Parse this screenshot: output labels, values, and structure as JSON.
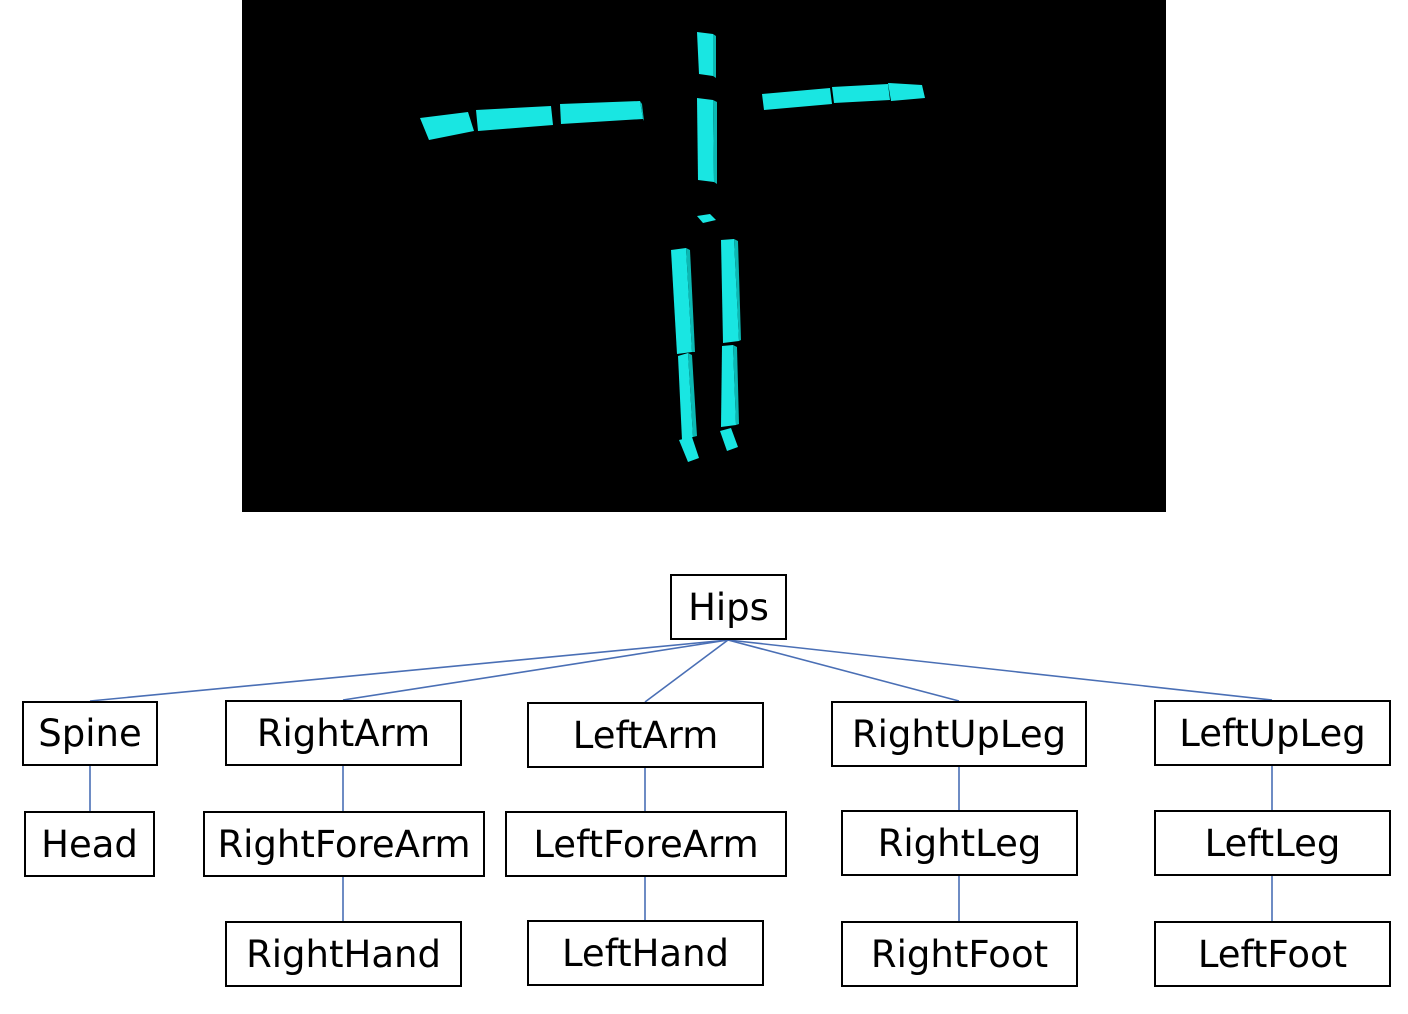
{
  "colors": {
    "bone": "#19e6e2",
    "bone_side": "#0bb8b3",
    "viewport_background": "#000000",
    "connector": "#4a6fb5"
  },
  "skeleton_viewport": {
    "pose": "T-pose",
    "bone_color_name": "cyan"
  },
  "hierarchy": {
    "root": "Hips",
    "columns": [
      {
        "chain": [
          "Spine",
          "Head"
        ]
      },
      {
        "chain": [
          "RightArm",
          "RightForeArm",
          "RightHand"
        ]
      },
      {
        "chain": [
          "LeftArm",
          "LeftForeArm",
          "LeftHand"
        ]
      },
      {
        "chain": [
          "RightUpLeg",
          "RightLeg",
          "RightFoot"
        ]
      },
      {
        "chain": [
          "LeftUpLeg",
          "LeftLeg",
          "LeftFoot"
        ]
      }
    ]
  }
}
